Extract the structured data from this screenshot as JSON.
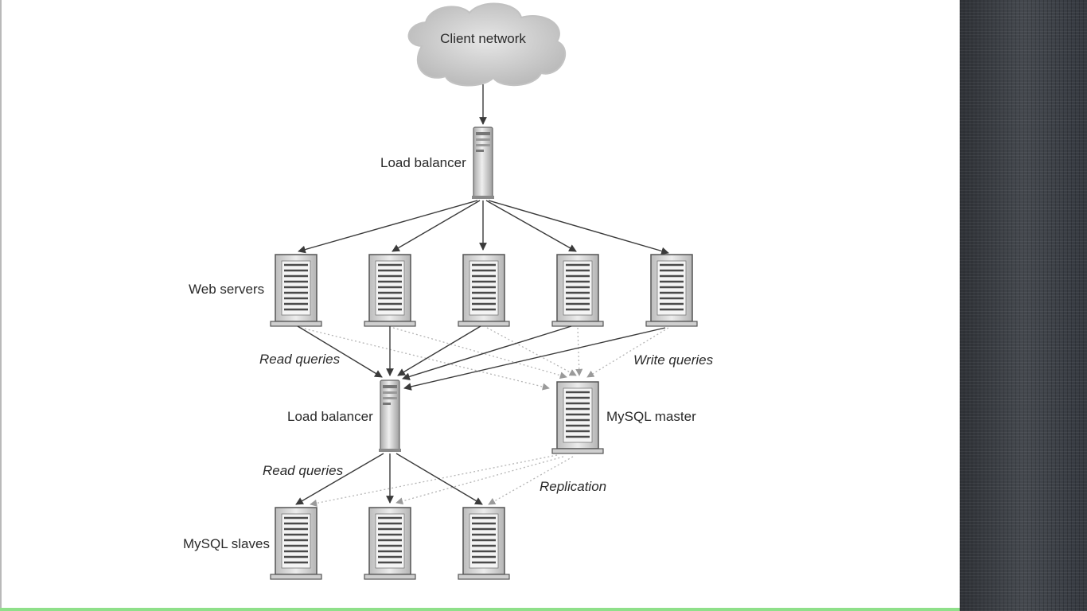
{
  "diagram": {
    "labels": {
      "client_network": "Client network",
      "top_load_balancer": "Load balancer",
      "web_servers": "Web servers",
      "read_queries_top": "Read queries",
      "write_queries": "Write queries",
      "bottom_load_balancer": "Load balancer",
      "mysql_master": "MySQL master",
      "read_queries_bottom": "Read queries",
      "replication": "Replication",
      "mysql_slaves": "MySQL slaves"
    },
    "colors": {
      "line": "#3a3a3a",
      "dotted": "#b5b5b5",
      "server_fill": "#d9d9d9",
      "cloud_fill": "#c8c8c8",
      "side_panel": "#3b3f44",
      "bottom_bar": "#8fe08a"
    }
  }
}
